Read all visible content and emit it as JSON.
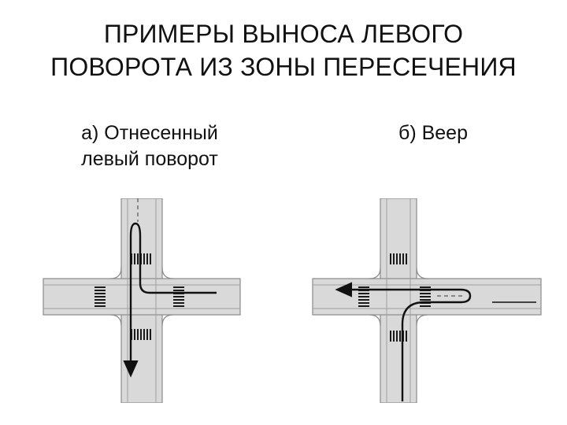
{
  "title": {
    "line1": "ПРИМЕРЫ ВЫНОСА ЛЕВОГО",
    "line2": "ПОВОРОТА ИЗ ЗОНЫ ПЕРЕСЕЧЕНИЯ"
  },
  "examples": [
    {
      "caption_line1": "а) Отнесенный",
      "caption_line2": "левый поворот",
      "scheme": "u-turn-loop-before-intersection"
    },
    {
      "caption_line1": "б) Веер",
      "caption_line2": "",
      "scheme": "fan-loop-after-intersection"
    }
  ],
  "colors": {
    "road": "#d9d9d9",
    "road_edge": "#8a8a8a",
    "crosswalk": "#1a1a1a",
    "arrow": "#111111",
    "background": "#ffffff"
  }
}
